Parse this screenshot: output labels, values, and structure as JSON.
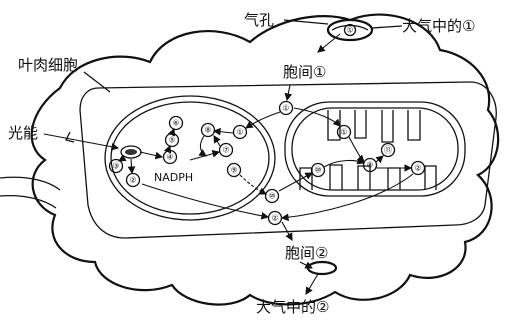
{
  "labels": {
    "stoma": "气孔",
    "atmosphere_top": "大气中的①",
    "mesophyll_cell": "叶肉细胞",
    "intercellular_1": "胞间①",
    "light_energy": "光能",
    "nadph": "NADPH",
    "intercellular_2": "胞间②",
    "atmosphere_bottom": "大气中的②"
  },
  "markers": {
    "m1": "①",
    "m2": "②",
    "m3": "③",
    "m4": "④",
    "m5": "⑤",
    "m6": "⑥",
    "m7": "⑦",
    "m8": "⑧",
    "m9": "⑨",
    "m10": "⑩",
    "m11": "⑪"
  }
}
